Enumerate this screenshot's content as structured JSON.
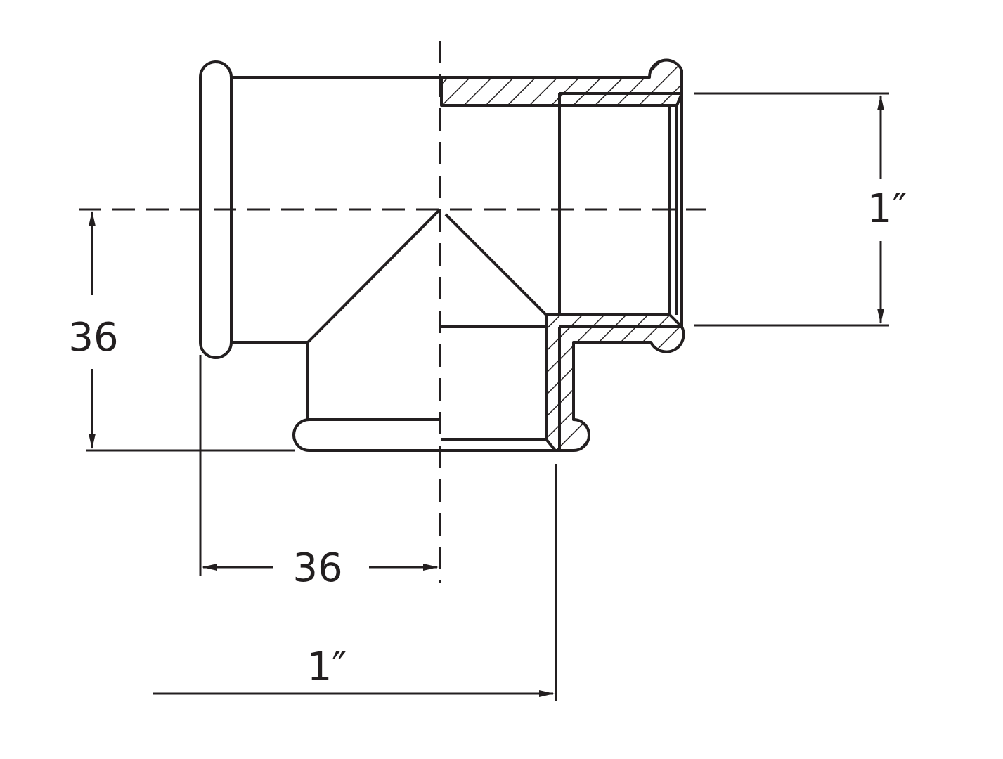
{
  "dimensions": {
    "vertical_left": "36",
    "horizontal_bottom": "36",
    "right_thread": "1″",
    "bottom_thread": "1″"
  },
  "colors": {
    "line": "#231f20",
    "background": "#ffffff"
  }
}
